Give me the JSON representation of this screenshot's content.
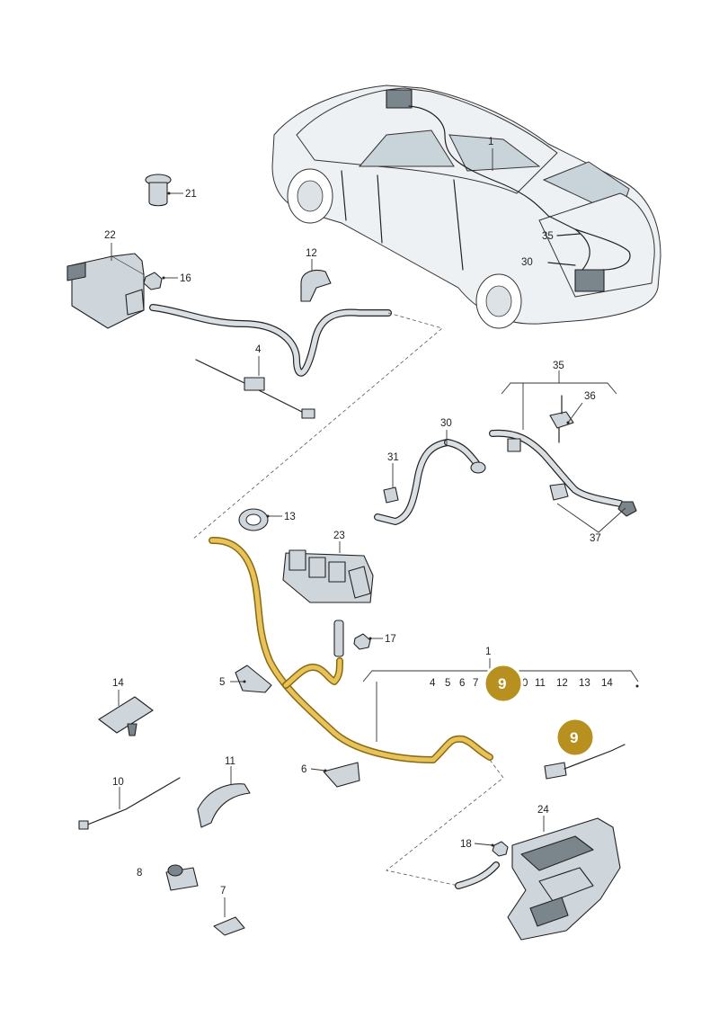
{
  "labels": {
    "l1": "1",
    "l4": "4",
    "l5": "5",
    "l6": "6",
    "l7": "7",
    "l8": "8",
    "l10": "10",
    "l11": "11",
    "l12": "12",
    "l13": "13",
    "l14": "14",
    "l16": "16",
    "l17": "17",
    "l18": "18",
    "l21": "21",
    "l22": "22",
    "l23": "23",
    "l24": "24",
    "l30": "30",
    "l31": "31",
    "l35": "35",
    "l36": "36",
    "l37": "37",
    "car1": "1",
    "car35": "35",
    "car30": "30",
    "grp1": "1"
  },
  "group_items": [
    "4",
    "5",
    "6",
    "7",
    "9",
    "0",
    "11",
    "12",
    "13",
    "14"
  ],
  "badges": {
    "b1": "9",
    "b2": "9"
  },
  "colors": {
    "highlight": "#e8c25a",
    "badge": "#b8901f"
  }
}
